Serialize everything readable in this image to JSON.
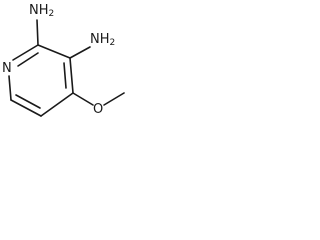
{
  "molecule": {
    "atoms": {
      "ring_nitrogen": "N",
      "amine_top_left": "NH",
      "amine_top_left_subscript": "2",
      "amine_top_right": "NH",
      "amine_top_right_subscript": "2",
      "methoxy_oxygen": "O"
    }
  }
}
